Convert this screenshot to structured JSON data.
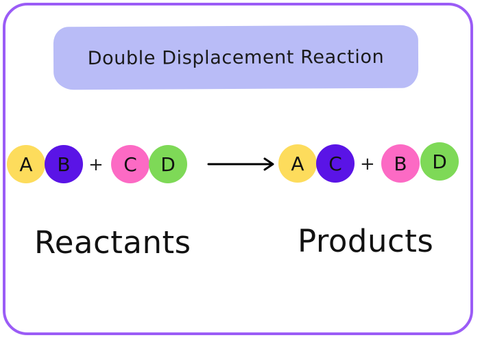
{
  "title": "Double Displacement Reaction",
  "colors": {
    "frame": "#9b5cf6",
    "title_bg": "#b9bcf7",
    "A": "#fddc5c",
    "B": "#5a14e6",
    "C": "#fc6ac4",
    "D": "#7ed957"
  },
  "reactants": {
    "molecule1": {
      "left": "A",
      "right": "B"
    },
    "plus": "+",
    "molecule2": {
      "left": "C",
      "right": "D"
    },
    "label": "Reactants"
  },
  "products": {
    "molecule1": {
      "left": "A",
      "right": "C"
    },
    "plus": "+",
    "molecule2": {
      "left": "B",
      "right": "D"
    },
    "label": "Products"
  },
  "arrow_icon": "right-arrow-icon"
}
